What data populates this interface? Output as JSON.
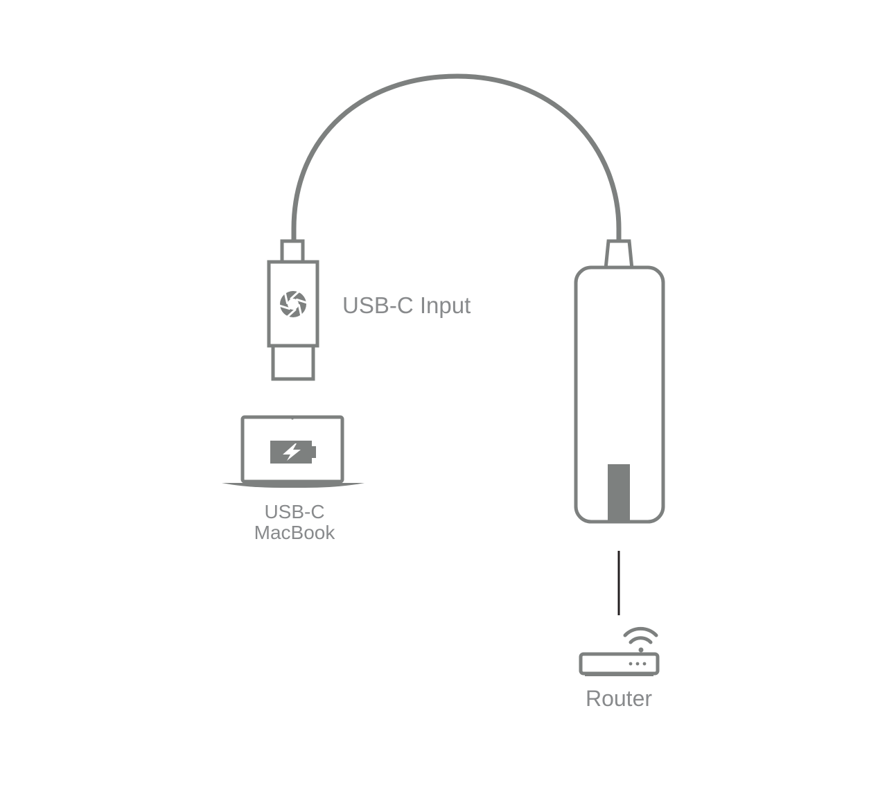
{
  "labels": {
    "usb_c_input": "USB-C Input",
    "macbook_line1": "USB-C",
    "macbook_line2": "MacBook",
    "router": "Router"
  },
  "icons": {
    "connector_logo": "shutter-logo-icon",
    "laptop": "laptop-icon",
    "battery": "battery-charging-icon",
    "wifi": "wifi-icon",
    "router": "router-icon",
    "adapter": "ethernet-adapter-icon"
  },
  "colors": {
    "stroke": "#7d807f",
    "fill_dark": "#7d807f",
    "label": "#888a8c",
    "link_line": "#231f20"
  }
}
